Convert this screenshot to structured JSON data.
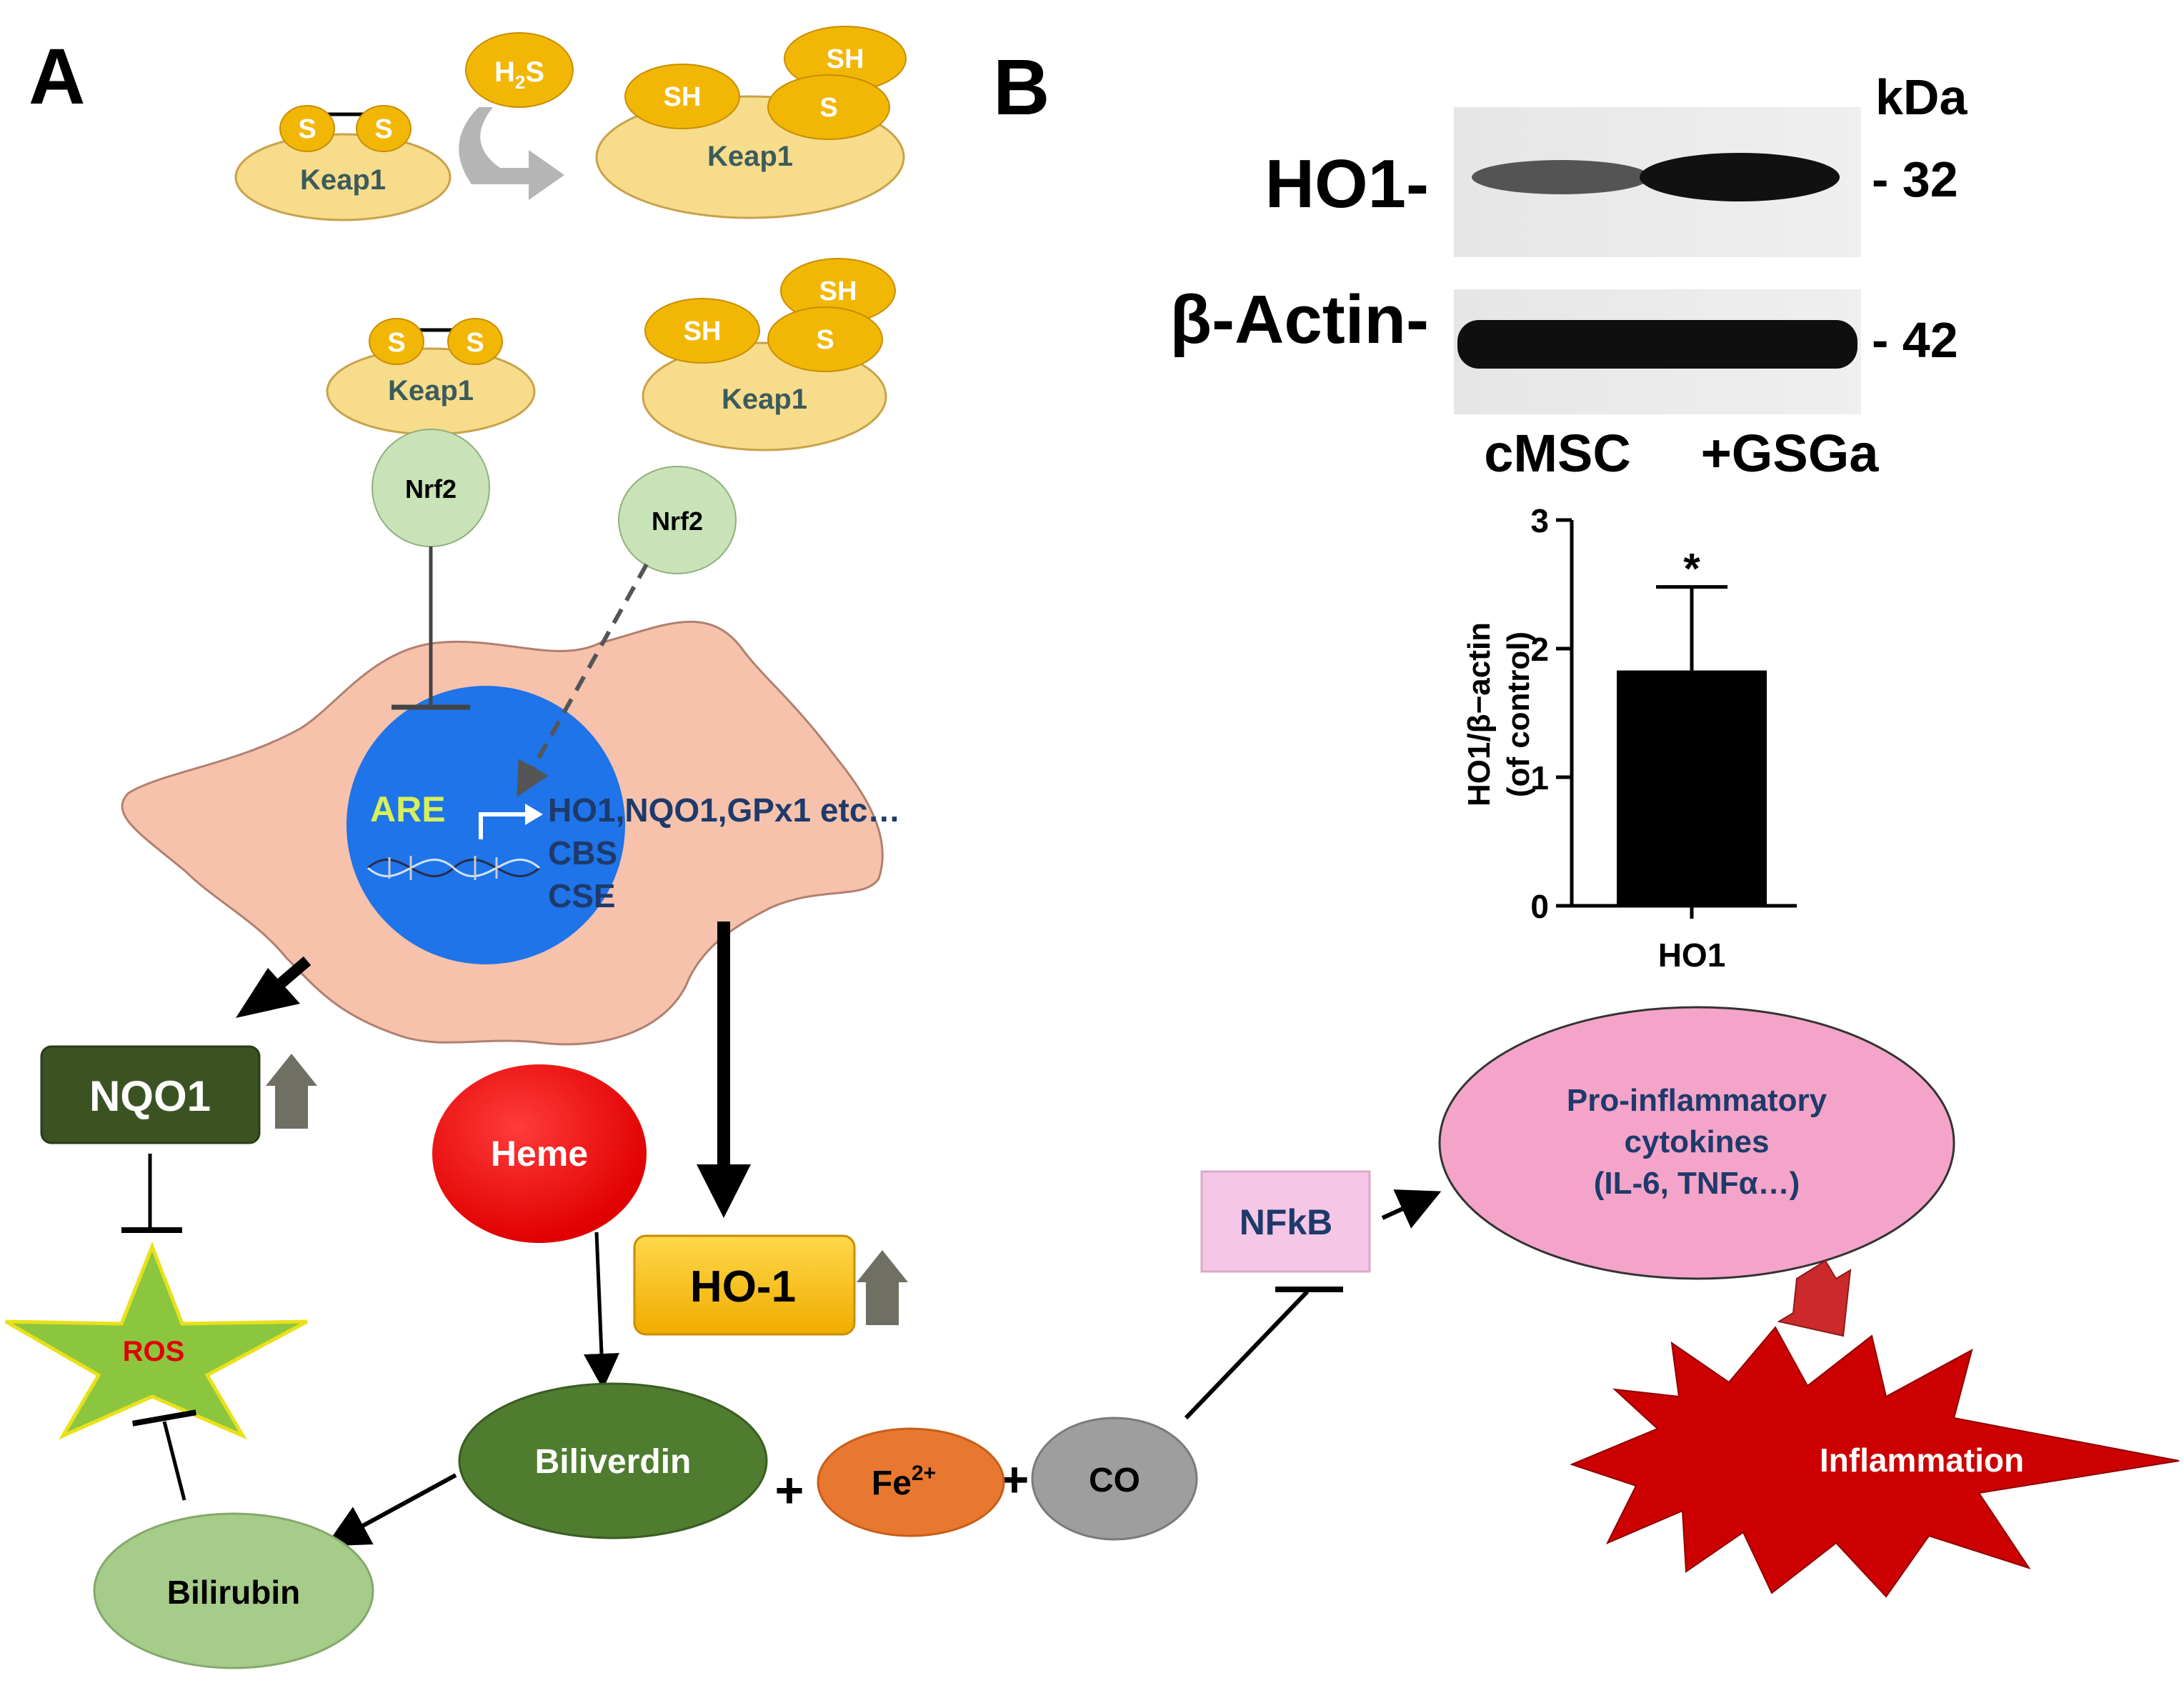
{
  "panels": {
    "a": "A",
    "b": "B"
  },
  "keap1": {
    "label": "Keap1",
    "s": "S",
    "sh": "SH",
    "h2s_main": "H",
    "h2s_sub": "2",
    "h2s_end": "S"
  },
  "nrf2": {
    "label": "Nrf2"
  },
  "nucleus": {
    "are": "ARE",
    "genes_line1": "HO1,NQO1,GPx1 etc…",
    "genes_line2": "CBS",
    "genes_line3": "CSE"
  },
  "nodes": {
    "nqo1": "NQO1",
    "ros": "ROS",
    "heme": "Heme",
    "ho1": "HO-1",
    "biliverdin": "Biliverdin",
    "bilirubin": "Bilirubin",
    "fe_main": "Fe",
    "fe_sup": "2+",
    "co": "CO",
    "plus": "+",
    "nfkb": "NFkB",
    "cytokines_line1": "Pro-inflammatory",
    "cytokines_line2": "cytokines",
    "cytokines_line3": "(IL-6, TNFα…)",
    "inflammation": "Inflammation"
  },
  "blot": {
    "kda": "kDa",
    "ho1_label": "HO1-",
    "actin_label": "β-Actin-",
    "kda_32": "- 32",
    "kda_42": "- 42",
    "lane1": "cMSC",
    "lane2": "+GSGa"
  },
  "chart_data": {
    "type": "bar",
    "categories": [
      "HO1"
    ],
    "values": [
      1.83
    ],
    "error": [
      0.65
    ],
    "ylim": [
      0,
      3
    ],
    "yticks": [
      "0",
      "1",
      "2",
      "3"
    ],
    "ylabel_line1": "HO1/β−actin",
    "ylabel_line2": "(of control)",
    "significance": "*",
    "bar_color": "#000000"
  },
  "colors": {
    "keap1_body": "#f7dc8c",
    "keap1_ball": "#f2b705",
    "nrf2": "#c9e3b8",
    "cell": "#f6c2ac",
    "nucleus": "#1e74e8",
    "nqo1": "#3b5323",
    "ros_star": "#8cc63f",
    "heme": "#ee0000",
    "ho1": "#f6b800",
    "biliverdin": "#4f7c2f",
    "bilirubin": "#a6cc8a",
    "fe": "#e87830",
    "co": "#9e9e9e",
    "nfkb": "#f5c6e6",
    "cytokines": "#f4a4c8",
    "inflammation": "#cc0000"
  }
}
